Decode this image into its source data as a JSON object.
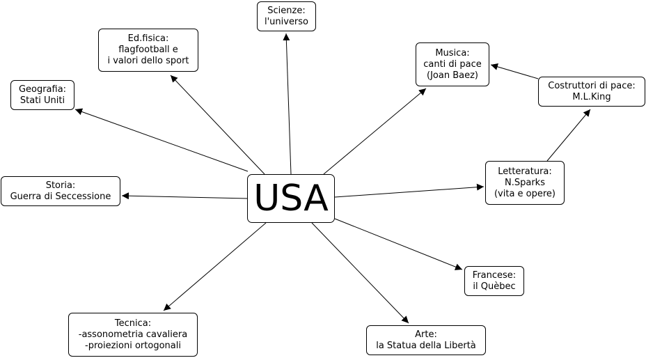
{
  "central": {
    "label": "USA"
  },
  "nodes": {
    "scienze": {
      "lines": [
        "Scienze:",
        "l'universo"
      ]
    },
    "edfisica": {
      "lines": [
        "Ed.fisica:",
        "flagfootball e",
        "i valori dello sport"
      ]
    },
    "geografia": {
      "lines": [
        "Geografia:",
        "Stati Uniti"
      ]
    },
    "storia": {
      "lines": [
        "Storia:",
        "Guerra di Seccessione"
      ]
    },
    "tecnica": {
      "lines": [
        "Tecnica:",
        "-assonometria cavaliera",
        "-proiezioni ortogonali"
      ]
    },
    "arte": {
      "lines": [
        "Arte:",
        "la Statua della Libertà"
      ]
    },
    "francese": {
      "lines": [
        "Francese:",
        "il Quèbec"
      ]
    },
    "letteratura": {
      "lines": [
        "Letteratura:",
        "N.Sparks",
        "(vita e opere)"
      ]
    },
    "musica": {
      "lines": [
        "Musica:",
        "canti di pace",
        "(Joan Baez)"
      ]
    },
    "costruttori": {
      "lines": [
        "Costruttori di pace:",
        "M.L.King"
      ]
    }
  }
}
